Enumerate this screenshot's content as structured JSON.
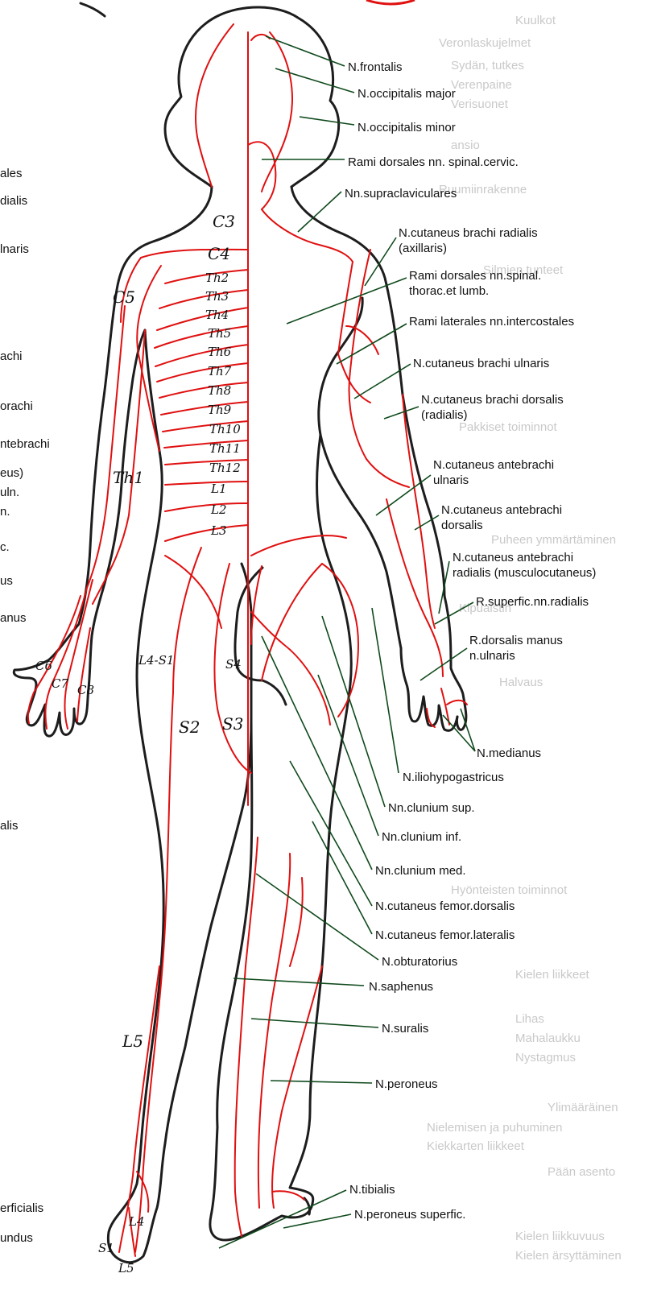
{
  "labels": {
    "frontalis": "N.frontalis",
    "occipitalis_major": "N.occipitalis major",
    "occipitalis_minor": "N.occipitalis minor",
    "rami_dorsales_cervic": "Rami dorsales nn. spinal.cervic.",
    "supraclaviculares": "Nn.supraclaviculares",
    "cut_brachi_radialis_1": "N.cutaneus brachi radialis",
    "cut_brachi_radialis_2": "(axillaris)",
    "rami_dorsales_thorac_1": "Rami dorsales nn.spinal.",
    "rami_dorsales_thorac_2": "thorac.et lumb.",
    "rami_laterales": "Rami laterales nn.intercostales",
    "cut_brachi_ulnaris": "N.cutaneus brachi ulnaris",
    "cut_brachi_dorsalis_1": "N.cutaneus brachi dorsalis",
    "cut_brachi_dorsalis_2": "(radialis)",
    "cut_antebrachi_ulnaris_1": "N.cutaneus antebrachi",
    "cut_antebrachi_ulnaris_2": "ulnaris",
    "cut_antebrachi_dorsalis_1": "N.cutaneus antebrachi",
    "cut_antebrachi_dorsalis_2": "dorsalis",
    "cut_antebrachi_radialis_1": "N.cutaneus antebrachi",
    "cut_antebrachi_radialis_2": "radialis (musculocutaneus)",
    "superfic_radialis": "R.superfic.nn.radialis",
    "dorsalis_manus_1": "R.dorsalis manus",
    "dorsalis_manus_2": "n.ulnaris",
    "medianus": "N.medianus",
    "iliohypogastricus": "N.iliohypogastricus",
    "clunium_sup": "Nn.clunium sup.",
    "clunium_inf": "Nn.clunium inf.",
    "clunium_med": "Nn.clunium med.",
    "femor_dorsalis": "N.cutaneus femor.dorsalis",
    "femor_lateralis": "N.cutaneus femor.lateralis",
    "obturatorius": "N.obturatorius",
    "saphenus": "N.saphenus",
    "suralis": "N.suralis",
    "peroneus": "N.peroneus",
    "tibialis": "N.tibialis",
    "peroneus_superfic": "N.peroneus superfic."
  },
  "segments": {
    "c3": "C3",
    "c4": "C4",
    "c5": "C5",
    "th2": "Th2",
    "th3": "Th3",
    "th4": "Th4",
    "th5": "Th5",
    "th6": "Th6",
    "th7": "Th7",
    "th8": "Th8",
    "th9": "Th9",
    "th10": "Th10",
    "th11": "Th11",
    "th12": "Th12",
    "l1": "L1",
    "l2": "L2",
    "l3": "L3",
    "th1": "Th1",
    "c6": "C6",
    "c7": "C7",
    "c8": "C8",
    "l4s1": "L4-S1",
    "s4": "S4",
    "s2": "S2",
    "s3": "S3",
    "l5_leg": "L5",
    "l4_foot": "L4",
    "s1_foot": "S1",
    "l5_foot": "L5"
  },
  "left_edge": [
    "ales",
    "dialis",
    "lnaris",
    "achi",
    "orachi",
    "ntebrachi",
    "eus)",
    "uln.",
    "n.",
    "c.",
    "us",
    "anus",
    "alis",
    "erficialis",
    "undus"
  ],
  "background_text": [
    "Kuulkot",
    "Veronlaskujelmet",
    "Sydän, tutkes",
    "Verenpaine",
    "Verisuonet",
    "ansio",
    "Ruumiinrakenne",
    "Pakkiset toiminnot",
    "Silmien tunteet",
    "Puheen ymmärtäminen",
    "Kipuaistin",
    "Halvaus",
    "Hyönteisten toiminnot",
    "Kielen liikkeet",
    "Lihas",
    "Mahalaukku",
    "Nystagmus",
    "Ylimääräinen",
    "Nielemisen ja puhuminen",
    "Kiekkarten liikkeet",
    "Pään asento",
    "Kielen liikkuvuus",
    "Kielen ärsyttäminen"
  ],
  "colors": {
    "nerve": "#e01010",
    "outline": "#1d1d1d",
    "leader": "#0f4a1c"
  }
}
